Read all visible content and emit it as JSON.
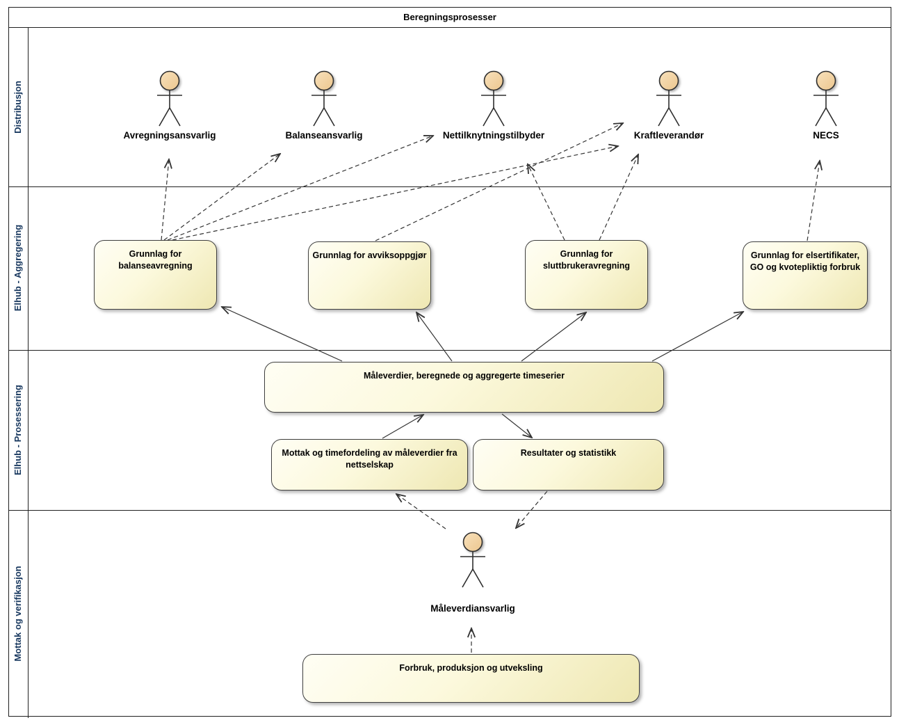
{
  "title": "Beregningsprosesser",
  "lanes": [
    {
      "label": "Distribusjon"
    },
    {
      "label": "Elhub - Aggregering"
    },
    {
      "label": "Elhub - Prosessering"
    },
    {
      "label": "Mottak og verifikasjon"
    }
  ],
  "actors": [
    {
      "label": "Avregningsansvarlig"
    },
    {
      "label": "Balanseansvarlig"
    },
    {
      "label": "Nettilknytningstilbyder"
    },
    {
      "label": "Kraftleverandør"
    },
    {
      "label": "NECS"
    },
    {
      "label": "Måleverdiansvarlig"
    }
  ],
  "use_cases": [
    {
      "label": "Grunnlag for balanseavregning"
    },
    {
      "label": "Grunnlag for avviksoppgjør"
    },
    {
      "label": "Grunnlag for sluttbrukeravregning"
    },
    {
      "label": "Grunnlag for elsertifikater, GO og kvotepliktig forbruk"
    },
    {
      "label": "Måleverdier, beregnede og aggregerte timeserier"
    },
    {
      "label": "Mottak og timefordeling av måleverdier fra nettselskap"
    },
    {
      "label": "Resultater og statistikk"
    },
    {
      "label": "Forbruk, produksjon og utveksling"
    }
  ],
  "connections": {
    "dashed": [
      {
        "from": "Grunnlag for balanseavregning",
        "to": "Avregningsansvarlig"
      },
      {
        "from": "Grunnlag for balanseavregning",
        "to": "Balanseansvarlig"
      },
      {
        "from": "Grunnlag for balanseavregning",
        "to": "Nettilknytningstilbyder"
      },
      {
        "from": "Grunnlag for balanseavregning",
        "to": "Kraftleverandør"
      },
      {
        "from": "Grunnlag for avviksoppgjør",
        "to": "Kraftleverandør"
      },
      {
        "from": "Grunnlag for sluttbrukeravregning",
        "to": "Nettilknytningstilbyder"
      },
      {
        "from": "Grunnlag for sluttbrukeravregning",
        "to": "Kraftleverandør"
      },
      {
        "from": "Grunnlag for elsertifikater, GO og kvotepliktig forbruk",
        "to": "NECS"
      },
      {
        "from": "Måleverdiansvarlig",
        "to": "Mottak og timefordeling av måleverdier fra nettselskap"
      },
      {
        "from": "Resultater og statistikk",
        "to": "Måleverdiansvarlig"
      },
      {
        "from": "Forbruk, produksjon og utveksling",
        "to": "Måleverdiansvarlig"
      }
    ],
    "solid": [
      {
        "from": "Måleverdier, beregnede og aggregerte timeserier",
        "to": "Grunnlag for balanseavregning"
      },
      {
        "from": "Måleverdier, beregnede og aggregerte timeserier",
        "to": "Grunnlag for avviksoppgjør"
      },
      {
        "from": "Måleverdier, beregnede og aggregerte timeserier",
        "to": "Grunnlag for sluttbrukeravregning"
      },
      {
        "from": "Måleverdier, beregnede og aggregerte timeserier",
        "to": "Grunnlag for elsertifikater, GO og kvotepliktig forbruk"
      },
      {
        "from": "Mottak og timefordeling av måleverdier fra nettselskap",
        "to": "Måleverdier, beregnede og aggregerte timeserier"
      },
      {
        "from": "Måleverdier, beregnede og aggregerte timeserier",
        "to": "Resultater og statistikk"
      }
    ]
  },
  "colors": {
    "background": "#ffffff",
    "box_fill_light": "#fffef4",
    "box_fill_dark": "#eee7b2",
    "box_border": "#3f3f3f",
    "actor_head_light": "#f8e1bc",
    "actor_head_dark": "#ecc68e",
    "lane_label": "#17375e",
    "line": "#333333",
    "text": "#000000"
  }
}
